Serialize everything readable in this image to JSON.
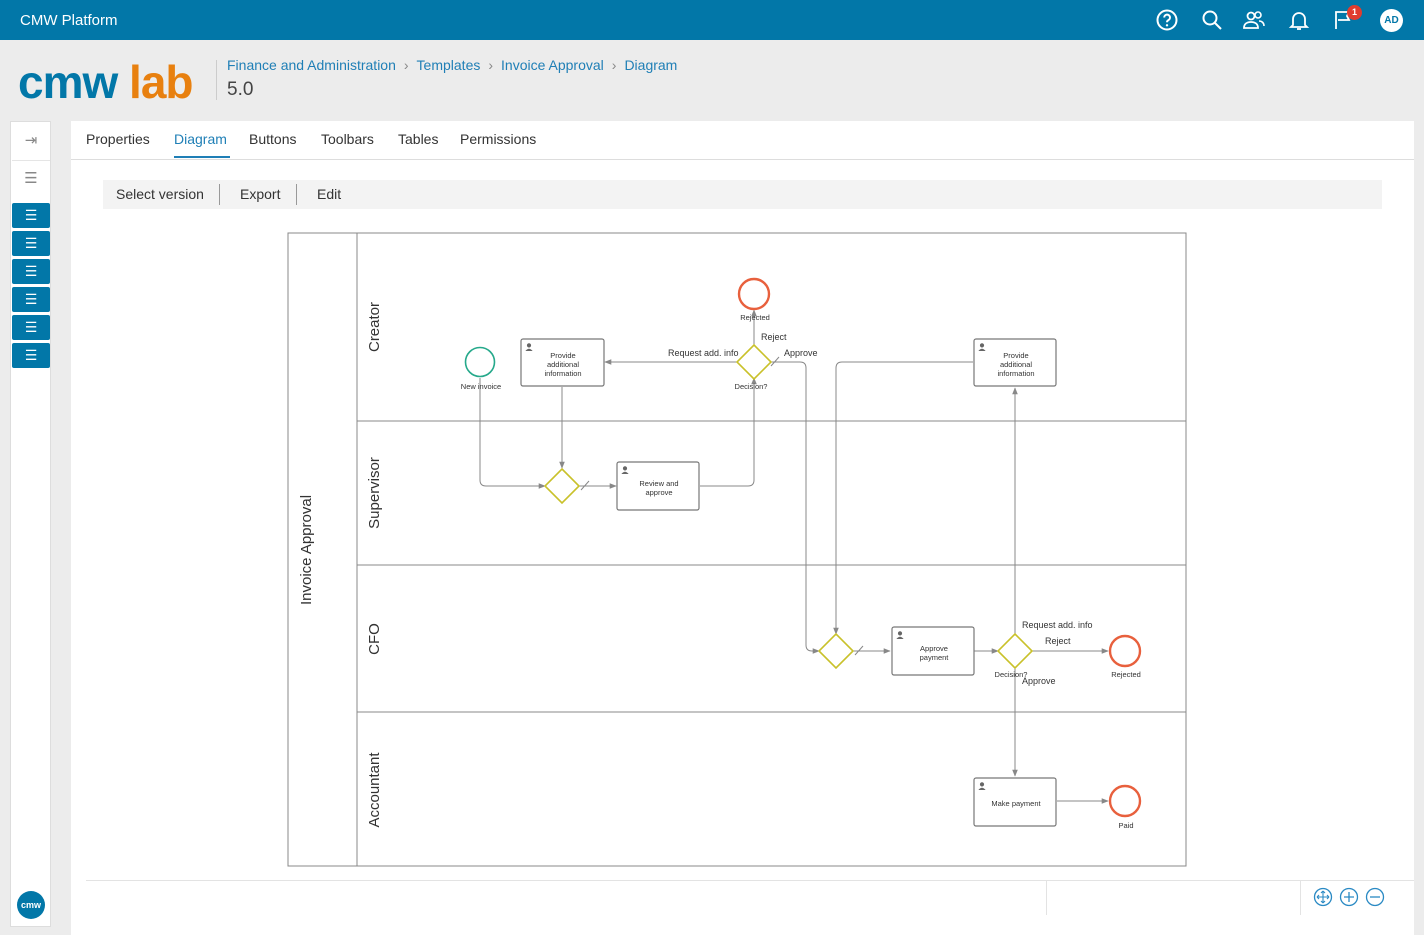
{
  "app": {
    "title": "CMW Platform",
    "avatar": "AD",
    "notification_count": "1"
  },
  "top_icons": [
    "help-icon",
    "search-icon",
    "users-icon",
    "bell-icon",
    "flag-icon"
  ],
  "logo": {
    "part1": "cmw",
    "part2": "lab"
  },
  "breadcrumb": [
    "Finance and Administration",
    "Templates",
    "Invoice Approval",
    "Diagram"
  ],
  "version": "5.0",
  "sidebar": {
    "logo_text": "cmw"
  },
  "tabs": [
    "Properties",
    "Diagram",
    "Buttons",
    "Toolbars",
    "Tables",
    "Permissions"
  ],
  "active_tab": "Diagram",
  "toolbar": {
    "select_version": "Select version",
    "export": "Export",
    "edit": "Edit"
  },
  "diagram": {
    "pool": "Invoice Approval",
    "lanes": [
      "Creator",
      "Supervisor",
      "CFO",
      "Accountant"
    ],
    "events": {
      "new_invoice": "New invoice",
      "rejected_creator": "Rejected",
      "rejected_cfo": "Rejected",
      "paid": "Paid"
    },
    "tasks": {
      "provide_info_1": [
        "Provide",
        "additional",
        "information"
      ],
      "provide_info_2": [
        "Provide",
        "additional",
        "information"
      ],
      "review": [
        "Review and",
        "approve"
      ],
      "approve_payment": [
        "Approve",
        "payment"
      ],
      "make_payment": [
        "Make payment"
      ]
    },
    "gateways": {
      "decision_1": "Decision?",
      "decision_2": "Decision?"
    },
    "edge_labels": {
      "request_1": "Request add. info",
      "reject_1": "Reject",
      "approve_1": "Approve",
      "request_2": "Request add. info",
      "reject_2": "Reject",
      "approve_2": "Approve"
    },
    "colors": {
      "start": "#26a98b",
      "end": "#e8603d",
      "gateway": "#c9c12a",
      "edge": "#888888"
    }
  },
  "zoom_controls": [
    "fit-icon",
    "zoom-in-icon",
    "zoom-out-icon"
  ]
}
